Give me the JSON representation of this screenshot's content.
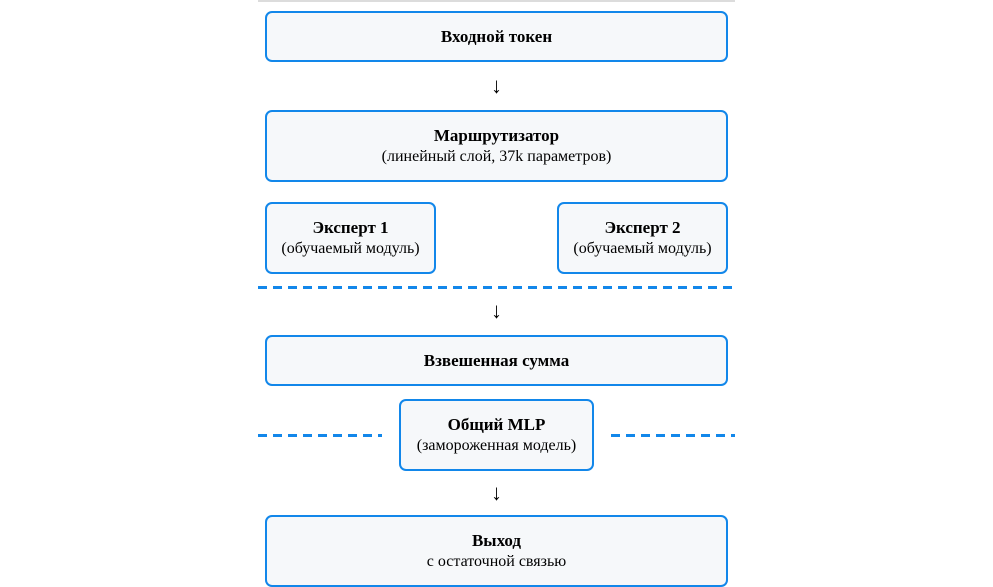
{
  "colors": {
    "accent": "#1287ea",
    "box_bg": "#f6f8fa",
    "top_rule": "#dcdcdc",
    "text": "#000000"
  },
  "glyphs": {
    "down_arrow": "↓"
  },
  "diagram": {
    "input": {
      "title": "Входной токен"
    },
    "router": {
      "title": "Маршрутизатор",
      "subtitle": "(линейный слой, 37k параметров)"
    },
    "expert_1": {
      "title": "Эксперт 1",
      "subtitle": "(обучаемый модуль)"
    },
    "expert_2": {
      "title": "Эксперт 2",
      "subtitle": "(обучаемый модуль)"
    },
    "weighted_sum": {
      "title": "Взвешенная сумма"
    },
    "shared_mlp": {
      "title": "Общий MLP",
      "subtitle": "(замороженная модель)"
    },
    "output": {
      "title": "Выход",
      "subtitle": "с остаточной связью"
    }
  }
}
